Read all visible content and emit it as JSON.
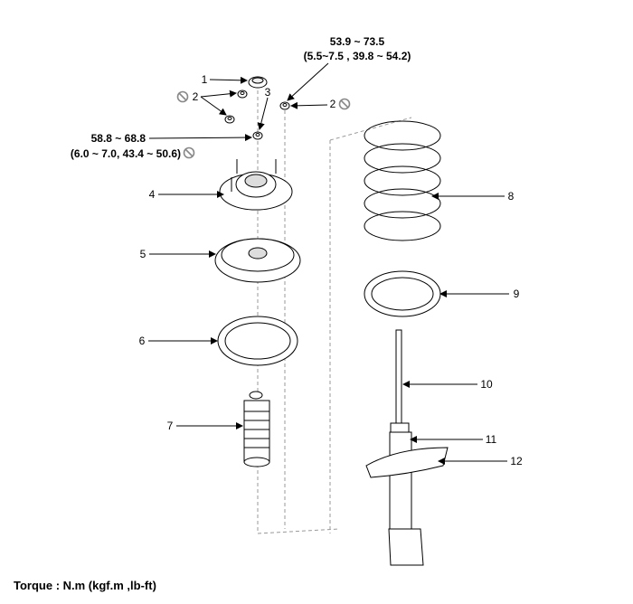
{
  "torques": {
    "top": {
      "nm": "53.9 ~ 73.5",
      "alt": "(5.5~7.5 , 39.8 ~ 54.2)"
    },
    "left": {
      "nm": "58.8 ~ 68.8",
      "alt": "(6.0 ~ 7.0, 43.4 ~ 50.6)"
    }
  },
  "callouts": [
    "1",
    "2",
    "3",
    "2",
    "4",
    "5",
    "6",
    "7",
    "8",
    "9",
    "10",
    "11",
    "12"
  ],
  "icons": {
    "do_not_reuse": "prohibit-icon"
  },
  "footer": "Torque : N.m (kgf.m ,lb-ft)"
}
